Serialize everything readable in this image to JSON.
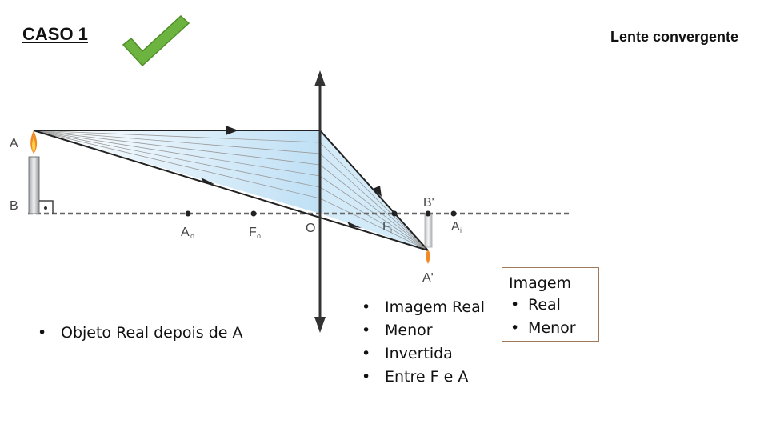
{
  "header": {
    "title": "CASO 1",
    "subtitle": "Lente convergente"
  },
  "icons": {
    "check": "check-mark-icon",
    "candle": "candle-icon",
    "check_color": "#6db33f"
  },
  "diagram": {
    "points": {
      "A": "A",
      "B": "B",
      "Ao": "A",
      "Ao_sub": "o",
      "Fo": "F",
      "Fo_sub": "o",
      "O": "O",
      "Fi": "F",
      "Fi_sub": "i",
      "Bp": "B'",
      "Ai": "A",
      "Ai_sub": "i",
      "Ap": "A'"
    },
    "colors": {
      "rays": "#222222",
      "beam": "#cfe7f7",
      "axis": "#666666",
      "lens": "#333333",
      "flame": "#f08a24"
    }
  },
  "left_list": [
    "Objeto Real depois de A"
  ],
  "right_list": [
    "Imagem Real",
    "Menor",
    "Invertida",
    "Entre F e A"
  ],
  "box": {
    "heading": "Imagem",
    "items": [
      "Real",
      "Menor"
    ]
  }
}
